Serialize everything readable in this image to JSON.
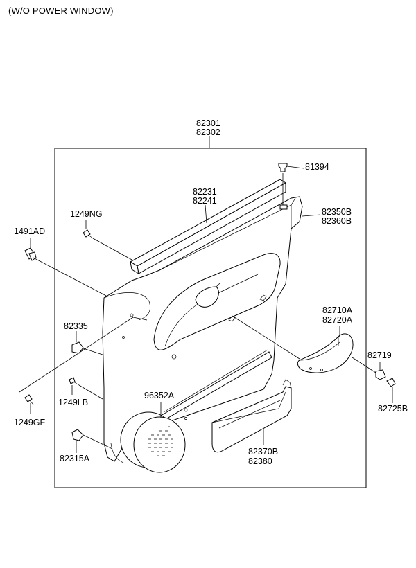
{
  "caption": "(W/O POWER WINDOW)",
  "parts": {
    "p82301": "82301",
    "p82302": "82302",
    "p81394": "81394",
    "p82231": "82231",
    "p82241": "82241",
    "p82350B": "82350B",
    "p82360B": "82360B",
    "p1249NG": "1249NG",
    "p1491AD": "1491AD",
    "p82335": "82335",
    "p82710A": "82710A",
    "p82720A": "82720A",
    "p82719": "82719",
    "p1249LB": "1249LB",
    "p96352A": "96352A",
    "p1249GF": "1249GF",
    "p82725B": "82725B",
    "p82370B": "82370B",
    "p82380": "82380",
    "p82315A": "82315A"
  }
}
